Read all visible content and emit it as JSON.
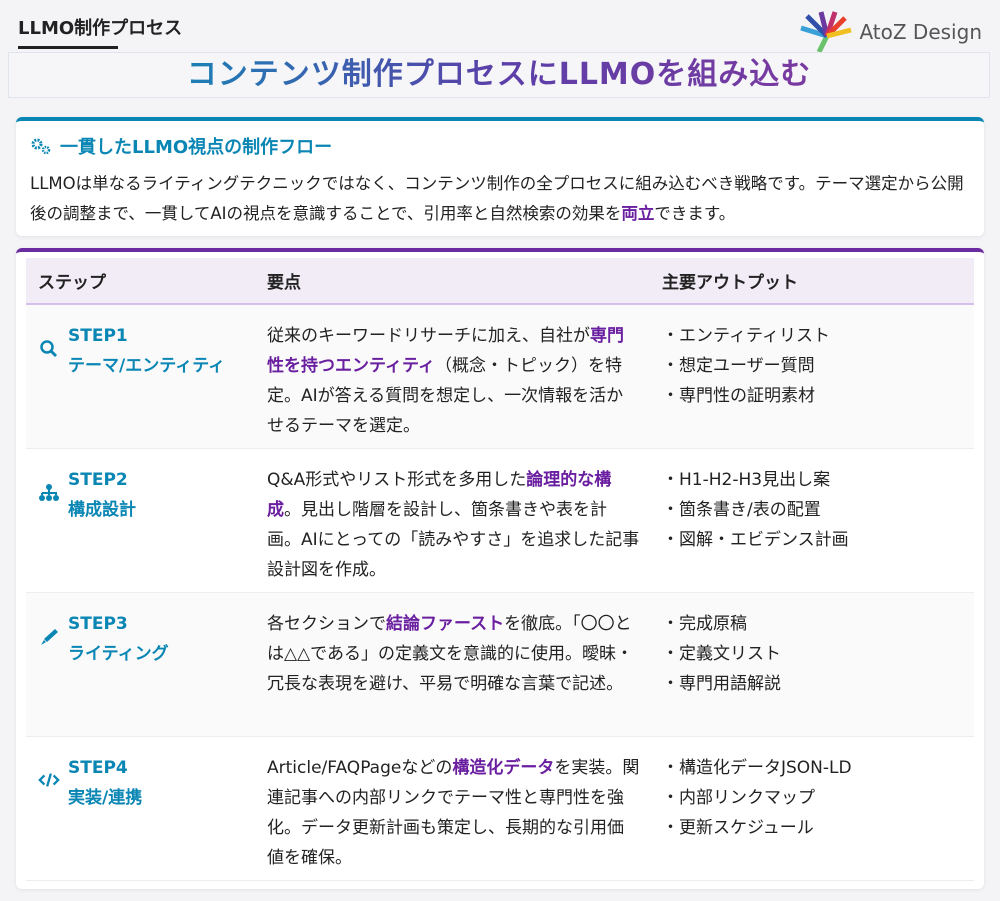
{
  "header": {
    "label": "LLMO制作プロセス",
    "logo_text": "AtoZ Design",
    "title": "コンテンツ制作プロセスにLLMOを組み込む"
  },
  "intro": {
    "heading": "一貫したLLMO視点の制作フロー",
    "icon": "gears-icon",
    "body": [
      {
        "t": "LLMOは単なるライティングテクニックではなく、コンテンツ制作の全プロセスに組み込むべき戦略です。テーマ選定から公開後の調整まで、一貫してAIの視点を意識することで、引用率と自然検索の効果を"
      },
      {
        "t": "両立",
        "hl": true
      },
      {
        "t": "できます。"
      }
    ]
  },
  "colors": {
    "accent_blue": "#0a86b4",
    "accent_purple": "#6a1fa0"
  },
  "table": {
    "headers": [
      "ステップ",
      "要点",
      "主要アウトプット"
    ],
    "rows": [
      {
        "icon": "search-icon",
        "step": "STEP1",
        "name": "テーマ/エンティティ",
        "points": [
          {
            "t": "従来のキーワードリサーチに加え、自社が"
          },
          {
            "t": "専門性を持つエンティティ",
            "hl": true
          },
          {
            "t": "（概念・トピック）を特定。AIが答える質問を想定し、一次情報を活かせるテーマを選定。"
          }
        ],
        "outputs": [
          "・エンティティリスト",
          "・想定ユーザー質問",
          "・専門性の証明素材"
        ]
      },
      {
        "icon": "sitemap-icon",
        "step": "STEP2",
        "name": "構成設計",
        "points": [
          {
            "t": "Q&A形式やリスト形式を多用した"
          },
          {
            "t": "論理的な構成",
            "hl": true
          },
          {
            "t": "。見出し階層を設計し、箇条書きや表を計画。AIにとっての「読みやすさ」を追求した記事設計図を作成。"
          }
        ],
        "outputs": [
          "・H1-H2-H3見出し案",
          "・箇条書き/表の配置",
          "・図解・エビデンス計画"
        ]
      },
      {
        "icon": "pen-icon",
        "step": "STEP3",
        "name": "ライティング",
        "points": [
          {
            "t": "各セクションで"
          },
          {
            "t": "結論ファースト",
            "hl": true
          },
          {
            "t": "を徹底。「〇〇とは△△である」の定義文を意識的に使用。曖昧・冗長な表現を避け、平易で明確な言葉で記述。"
          }
        ],
        "outputs": [
          "・完成原稿",
          "・定義文リスト",
          "・専門用語解説"
        ]
      },
      {
        "icon": "code-icon",
        "step": "STEP4",
        "name": "実装/連携",
        "points": [
          {
            "t": "Article/FAQPageなどの"
          },
          {
            "t": "構造化データ",
            "hl": true
          },
          {
            "t": "を実装。関連記事への内部リンクでテーマ性と専門性を強化。データ更新計画も策定し、長期的な引用価値を確保。"
          }
        ],
        "outputs": [
          "・構造化データJSON-LD",
          "・内部リンクマップ",
          "・更新スケジュール"
        ]
      }
    ]
  }
}
